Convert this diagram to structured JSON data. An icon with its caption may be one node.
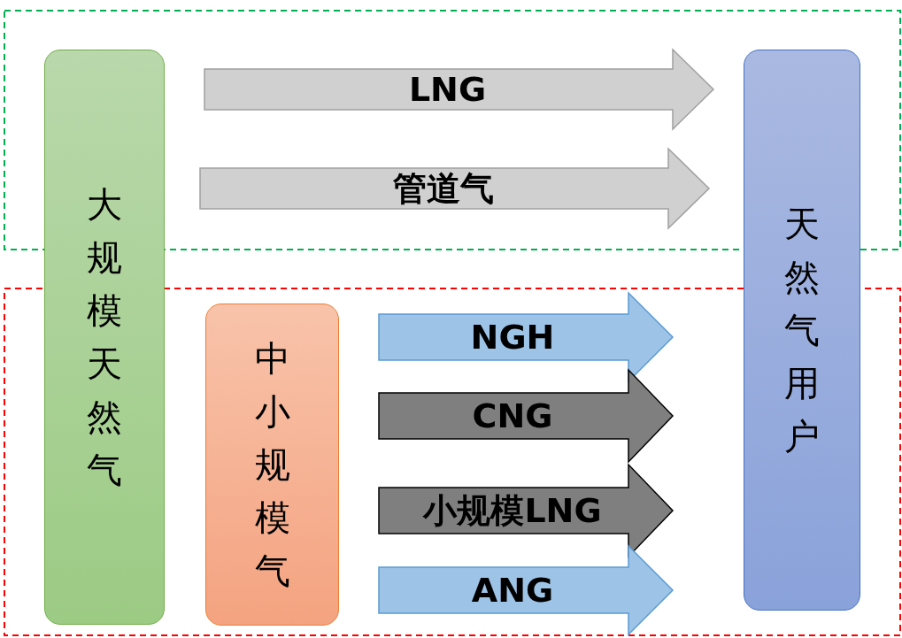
{
  "diagram": {
    "nodes": [
      {
        "text": [
          "大规模天然气"
        ]
      },
      {
        "text": [
          "天然气用户"
        ]
      },
      {
        "text": [
          "中小规模气"
        ]
      }
    ],
    "edges": [
      {
        "from": 0,
        "to": 1,
        "arrow": "to",
        "label": "LNG",
        "color": "#d0d0d0"
      },
      {
        "from": 0,
        "to": 1,
        "arrow": "to",
        "label": "管道气",
        "color": "#d0d0d0"
      },
      {
        "from": 2,
        "to": 1,
        "arrow": "to",
        "label": "NGH",
        "color": "#9dc3e6"
      },
      {
        "from": 2,
        "to": 1,
        "arrow": "to",
        "label": "CNG",
        "color": "#7f7f7f"
      },
      {
        "from": 2,
        "to": 1,
        "arrow": "to",
        "label": "小规模LNG",
        "color": "#7f7f7f"
      },
      {
        "from": 2,
        "to": 1,
        "arrow": "to",
        "label": "ANG",
        "color": "#9dc3e6"
      }
    ]
  }
}
